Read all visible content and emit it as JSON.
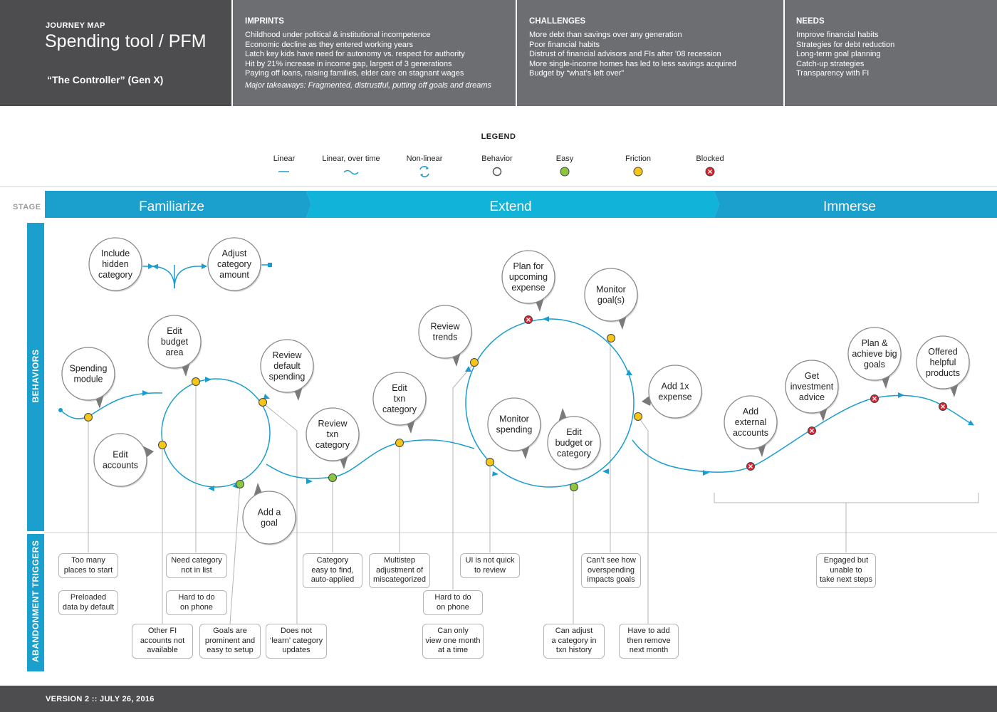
{
  "header": {
    "kicker": "JOURNEY MAP",
    "title": "Spending tool / PFM",
    "persona": "“The Controller” (Gen X)",
    "imprints": {
      "heading": "IMPRINTS",
      "items": [
        "Childhood under political & institutional incompetence",
        "Economic decline as they entered working years",
        "Latch key kids have need for autonomy vs. respect for authority",
        "Hit by 21% increase in income gap, largest of 3 generations",
        "Paying off loans, raising families, elder care on stagnant wages"
      ],
      "note": "Major takeaways: Fragmented, distrustful, putting off goals and dreams"
    },
    "challenges": {
      "heading": "CHALLENGES",
      "items": [
        "More debt than savings over any generation",
        "Poor financial habits",
        "Distrust of financial advisors and FIs after ’08 recession",
        "More single-income homes has led to less savings acquired",
        "Budget by “what’s left over”"
      ]
    },
    "needs": {
      "heading": "NEEDS",
      "items": [
        "Improve financial habits",
        "Strategies for debt reduction",
        "Long-term goal planning",
        "Catch-up strategies",
        "Transparency with FI"
      ]
    }
  },
  "legend": {
    "title": "LEGEND",
    "items": [
      {
        "label": "Linear",
        "icon": "line-icon"
      },
      {
        "label": "Linear, over time",
        "icon": "wave-icon"
      },
      {
        "label": "Non-linear",
        "icon": "cycle-icon"
      },
      {
        "label": "Behavior",
        "icon": "hollow-circle-icon"
      },
      {
        "label": "Easy",
        "icon": "green-dot-icon"
      },
      {
        "label": "Friction",
        "icon": "yellow-dot-icon"
      },
      {
        "label": "Blocked",
        "icon": "red-x-icon"
      }
    ]
  },
  "stage": {
    "label": "STAGE",
    "stages": [
      "Familiarize",
      "Extend",
      "Immerse"
    ]
  },
  "rows": {
    "behaviors": "BEHAVIORS",
    "triggers": "ABANDONMENT TRIGGERS"
  },
  "colors": {
    "header": "#6d6e71",
    "header_dark": "#4d4d4f",
    "stage_dark": "#1b9fcc",
    "stage_light": "#11b3d9",
    "line": "#1a9dcc",
    "easy": "#8cc63f",
    "friction": "#f5c518",
    "blocked": "#e0202f"
  },
  "behaviors": [
    {
      "id": "spending-module",
      "lines": [
        "Spending",
        "module"
      ],
      "status": "friction"
    },
    {
      "id": "edit-accounts",
      "lines": [
        "Edit",
        "accounts"
      ],
      "status": "friction"
    },
    {
      "id": "include-hidden-category",
      "lines": [
        "Include",
        "hidden",
        "category"
      ],
      "status": "none"
    },
    {
      "id": "adjust-category-amount",
      "lines": [
        "Adjust",
        "category",
        "amount"
      ],
      "status": "none"
    },
    {
      "id": "edit-budget-area",
      "lines": [
        "Edit",
        "budget",
        "area"
      ],
      "status": "friction"
    },
    {
      "id": "review-default-spending",
      "lines": [
        "Review",
        "default",
        "spending"
      ],
      "status": "friction"
    },
    {
      "id": "add-a-goal",
      "lines": [
        "Add a",
        "goal"
      ],
      "status": "easy"
    },
    {
      "id": "review-txn-category",
      "lines": [
        "Review",
        "txn",
        "category"
      ],
      "status": "easy"
    },
    {
      "id": "edit-txn-category",
      "lines": [
        "Edit",
        "txn",
        "category"
      ],
      "status": "friction"
    },
    {
      "id": "review-trends",
      "lines": [
        "Review",
        "trends"
      ],
      "status": "friction"
    },
    {
      "id": "plan-upcoming-expense",
      "lines": [
        "Plan for",
        "upcoming",
        "expense"
      ],
      "status": "blocked"
    },
    {
      "id": "monitor-goals",
      "lines": [
        "Monitor",
        "goal(s)"
      ],
      "status": "friction"
    },
    {
      "id": "monitor-spending",
      "lines": [
        "Monitor",
        "spending"
      ],
      "status": "friction"
    },
    {
      "id": "edit-budget-or-category",
      "lines": [
        "Edit",
        "budget or",
        "category"
      ],
      "status": "easy"
    },
    {
      "id": "add-1x-expense",
      "lines": [
        "Add 1x",
        "expense"
      ],
      "status": "friction"
    },
    {
      "id": "add-external-accounts",
      "lines": [
        "Add",
        "external",
        "accounts"
      ],
      "status": "blocked"
    },
    {
      "id": "get-investment-advice",
      "lines": [
        "Get",
        "investment",
        "advice"
      ],
      "status": "blocked"
    },
    {
      "id": "plan-achieve-big-goals",
      "lines": [
        "Plan &",
        "achieve big",
        "goals"
      ],
      "status": "blocked"
    },
    {
      "id": "offered-helpful-products",
      "lines": [
        "Offered",
        "helpful",
        "products"
      ],
      "status": "blocked"
    }
  ],
  "triggers": [
    {
      "id": "too-many-places",
      "lines": [
        "Too many",
        "places to start"
      ]
    },
    {
      "id": "preloaded-data",
      "lines": [
        "Preloaded",
        "data by default"
      ]
    },
    {
      "id": "other-fi-accounts",
      "lines": [
        "Other FI",
        "accounts not",
        "available"
      ]
    },
    {
      "id": "need-category",
      "lines": [
        "Need category",
        "not in list"
      ]
    },
    {
      "id": "hard-on-phone-1",
      "lines": [
        "Hard to do",
        "on phone"
      ]
    },
    {
      "id": "goals-prominent",
      "lines": [
        "Goals are",
        "prominent and",
        "easy to setup"
      ]
    },
    {
      "id": "does-not-learn",
      "lines": [
        "Does not",
        "‘learn’ category",
        "updates"
      ]
    },
    {
      "id": "category-easy",
      "lines": [
        "Category",
        "easy to find,",
        "auto-applied"
      ]
    },
    {
      "id": "multistep-adjustment",
      "lines": [
        "Multistep",
        "adjustment of",
        "miscategorized"
      ]
    },
    {
      "id": "hard-on-phone-2",
      "lines": [
        "Hard to do",
        "on phone"
      ]
    },
    {
      "id": "one-month",
      "lines": [
        "Can only",
        "view one month",
        "at a time"
      ]
    },
    {
      "id": "ui-not-quick",
      "lines": [
        "UI is not quick",
        "to review"
      ]
    },
    {
      "id": "cant-see-overspending",
      "lines": [
        "Can’t see how",
        "overspending",
        "impacts goals"
      ]
    },
    {
      "id": "adjust-txn-history",
      "lines": [
        "Can adjust",
        "a category in",
        "txn history"
      ]
    },
    {
      "id": "add-then-remove",
      "lines": [
        "Have to add",
        "then remove",
        "next month"
      ]
    },
    {
      "id": "engaged-unable",
      "lines": [
        "Engaged but",
        "unable to",
        "take next steps"
      ]
    }
  ],
  "footer": {
    "version": "VERSION 2 :: JULY 26, 2016"
  }
}
